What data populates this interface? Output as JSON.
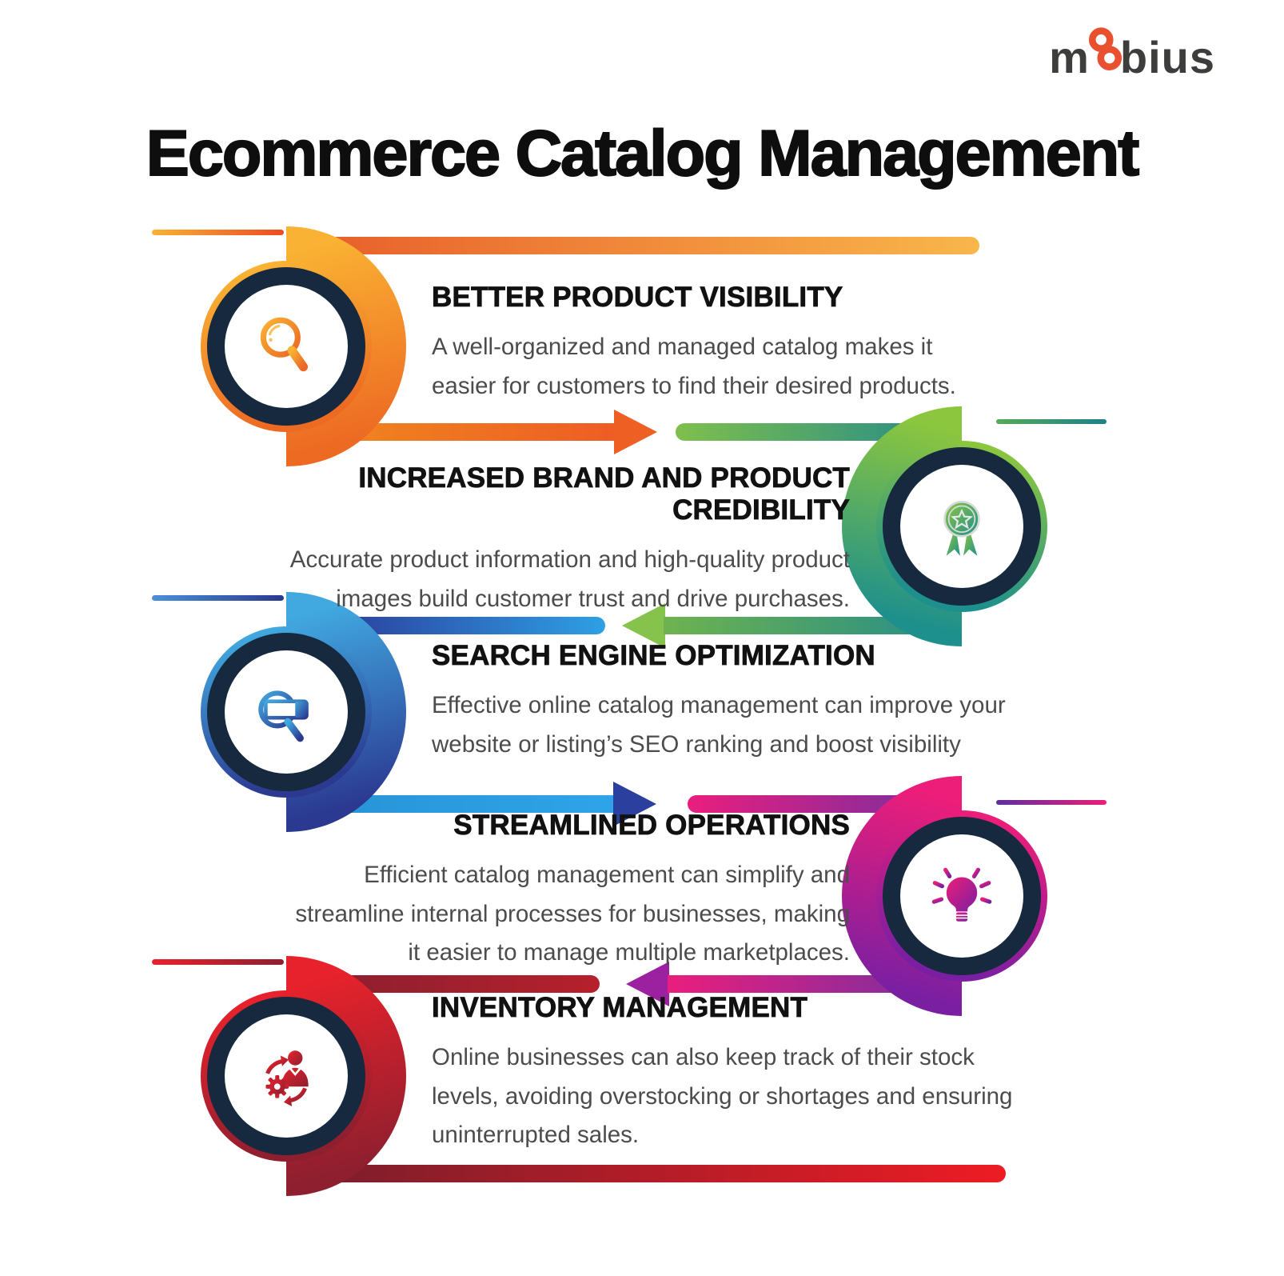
{
  "header": {
    "logo": {
      "text_prefix": "m",
      "text_suffix": "bius",
      "symbol": "mobius-infinity-icon",
      "symbol_color": "#E8502F",
      "text_color": "#3D3D3C"
    },
    "title": "Ecommerce Catalog Management"
  },
  "sections": [
    {
      "id": "better-product-visibility",
      "side": "left",
      "icon": "search-magnifier-icon",
      "title": "BETTER PRODUCT VISIBILITY",
      "body": "A well-organized and managed catalog makes it\neasier for customers to find their desired products.",
      "color_from": "#F9B233",
      "color_to": "#EC6625"
    },
    {
      "id": "increased-brand-and-product-credibility",
      "side": "right",
      "icon": "award-ribbon-icon",
      "title": "INCREASED BRAND AND PRODUCT CREDIBILITY",
      "body": "Accurate product information and high-quality product\nimages build customer trust and drive purchases.",
      "color_from": "#8CC63E",
      "color_to": "#1D8F8C"
    },
    {
      "id": "search-engine-optimization",
      "side": "left",
      "icon": "seo-search-bar-icon",
      "title": "SEARCH ENGINE OPTIMIZATION",
      "body": "Effective online catalog management can improve your\nwebsite or listing’s SEO ranking and boost visibility",
      "color_from": "#41A8E0",
      "color_to": "#2B3990"
    },
    {
      "id": "streamlined-operations",
      "side": "right",
      "icon": "lightbulb-icon",
      "title": "STREAMLINED OPERATIONS",
      "body": "Efficient catalog management can simplify and\nstreamline internal processes for businesses, making\nit easier to manage multiple marketplaces.",
      "color_from": "#EC1E79",
      "color_to": "#7B1FA2"
    },
    {
      "id": "inventory-management",
      "side": "left",
      "icon": "inventory-cycle-icon",
      "title": "INVENTORY MANAGEMENT",
      "body": "Online businesses can also keep track of their stock\nlevels, avoiding overstocking or shortages and ensuring\nuninterrupted sales.",
      "color_from": "#E8222C",
      "color_to": "#8E1F2F"
    }
  ],
  "styles": {
    "ring_color": "#16293F",
    "title_color": "#0E0E0E",
    "body_text_color": "#4C4C4C",
    "background": "#FFFFFF"
  }
}
